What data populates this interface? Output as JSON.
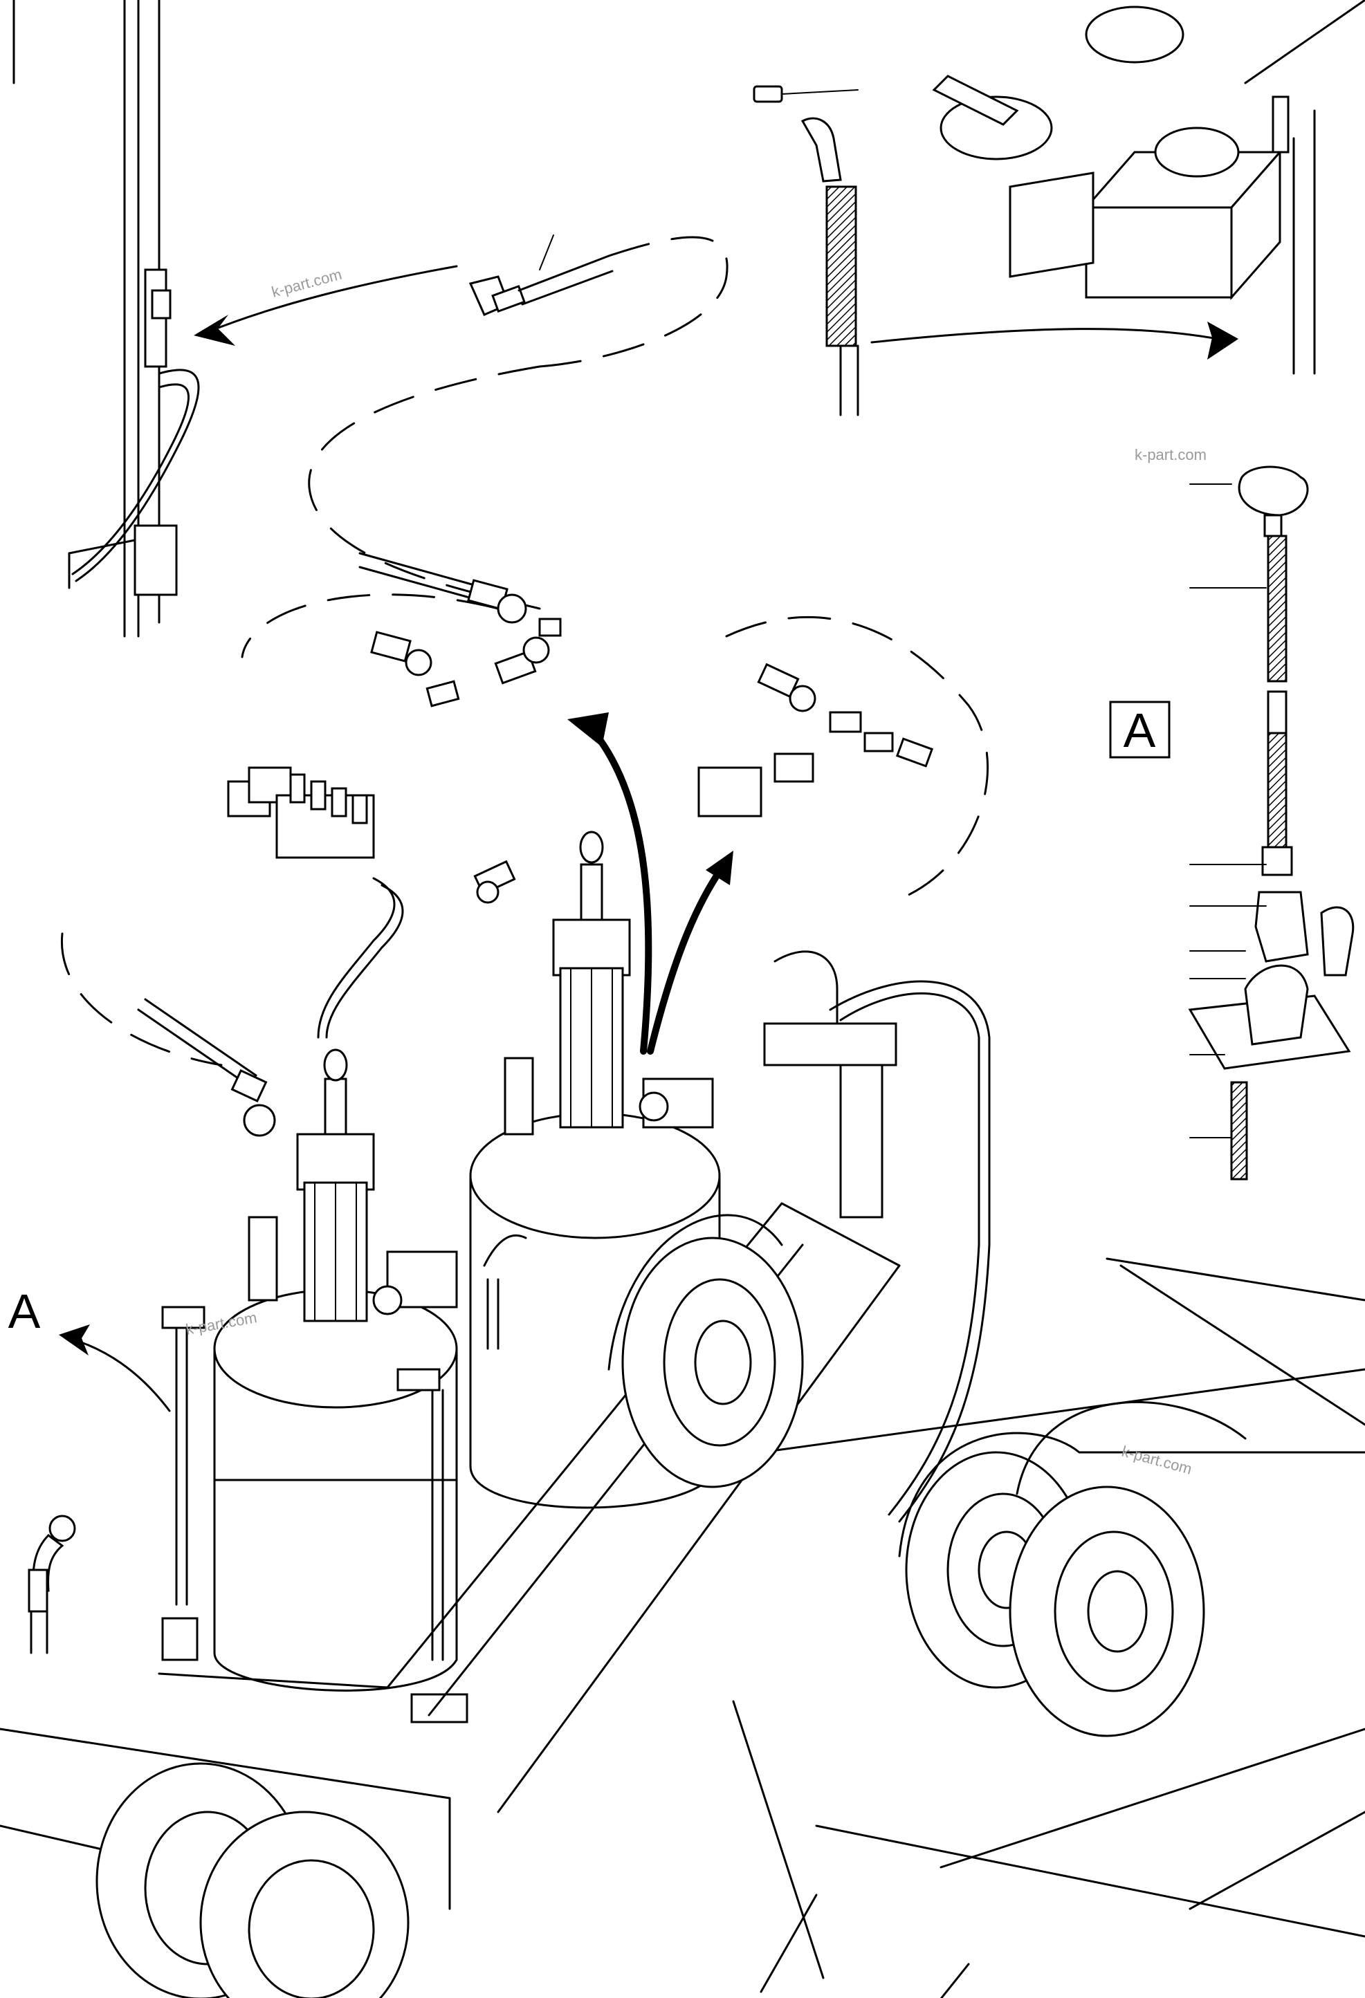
{
  "view_labels": {
    "boxed_view_letter": "A",
    "pointer_letter": "A"
  },
  "watermarks": [
    "k-part.com",
    "k-part.com",
    "k-part.com",
    "k-part.com"
  ],
  "colors": {
    "line": "#000000",
    "background": "#ffffff",
    "watermark": "#9a9a9a"
  }
}
